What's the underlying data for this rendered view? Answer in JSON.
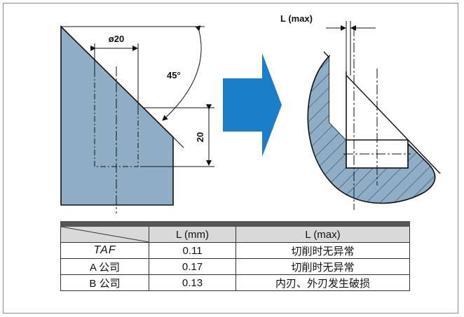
{
  "figure": {
    "labels": {
      "diameter": "ø20",
      "angle": "45°",
      "height": "20",
      "lmax": "L (max)"
    },
    "colors": {
      "workpiece": "#8faec6",
      "arrow": "#1a7ec9",
      "hatch": "#2b4a66"
    }
  },
  "table": {
    "headers": [
      "",
      "L (mm)",
      "L (max)"
    ],
    "rows": [
      {
        "name": "TAF",
        "value": "0.11",
        "result": "切削时无异常"
      },
      {
        "name": "A 公司",
        "value": "0.17",
        "result": "切削时无异常"
      },
      {
        "name": "B 公司",
        "value": "0.13",
        "result": "内刃、外刃发生破损"
      }
    ]
  }
}
